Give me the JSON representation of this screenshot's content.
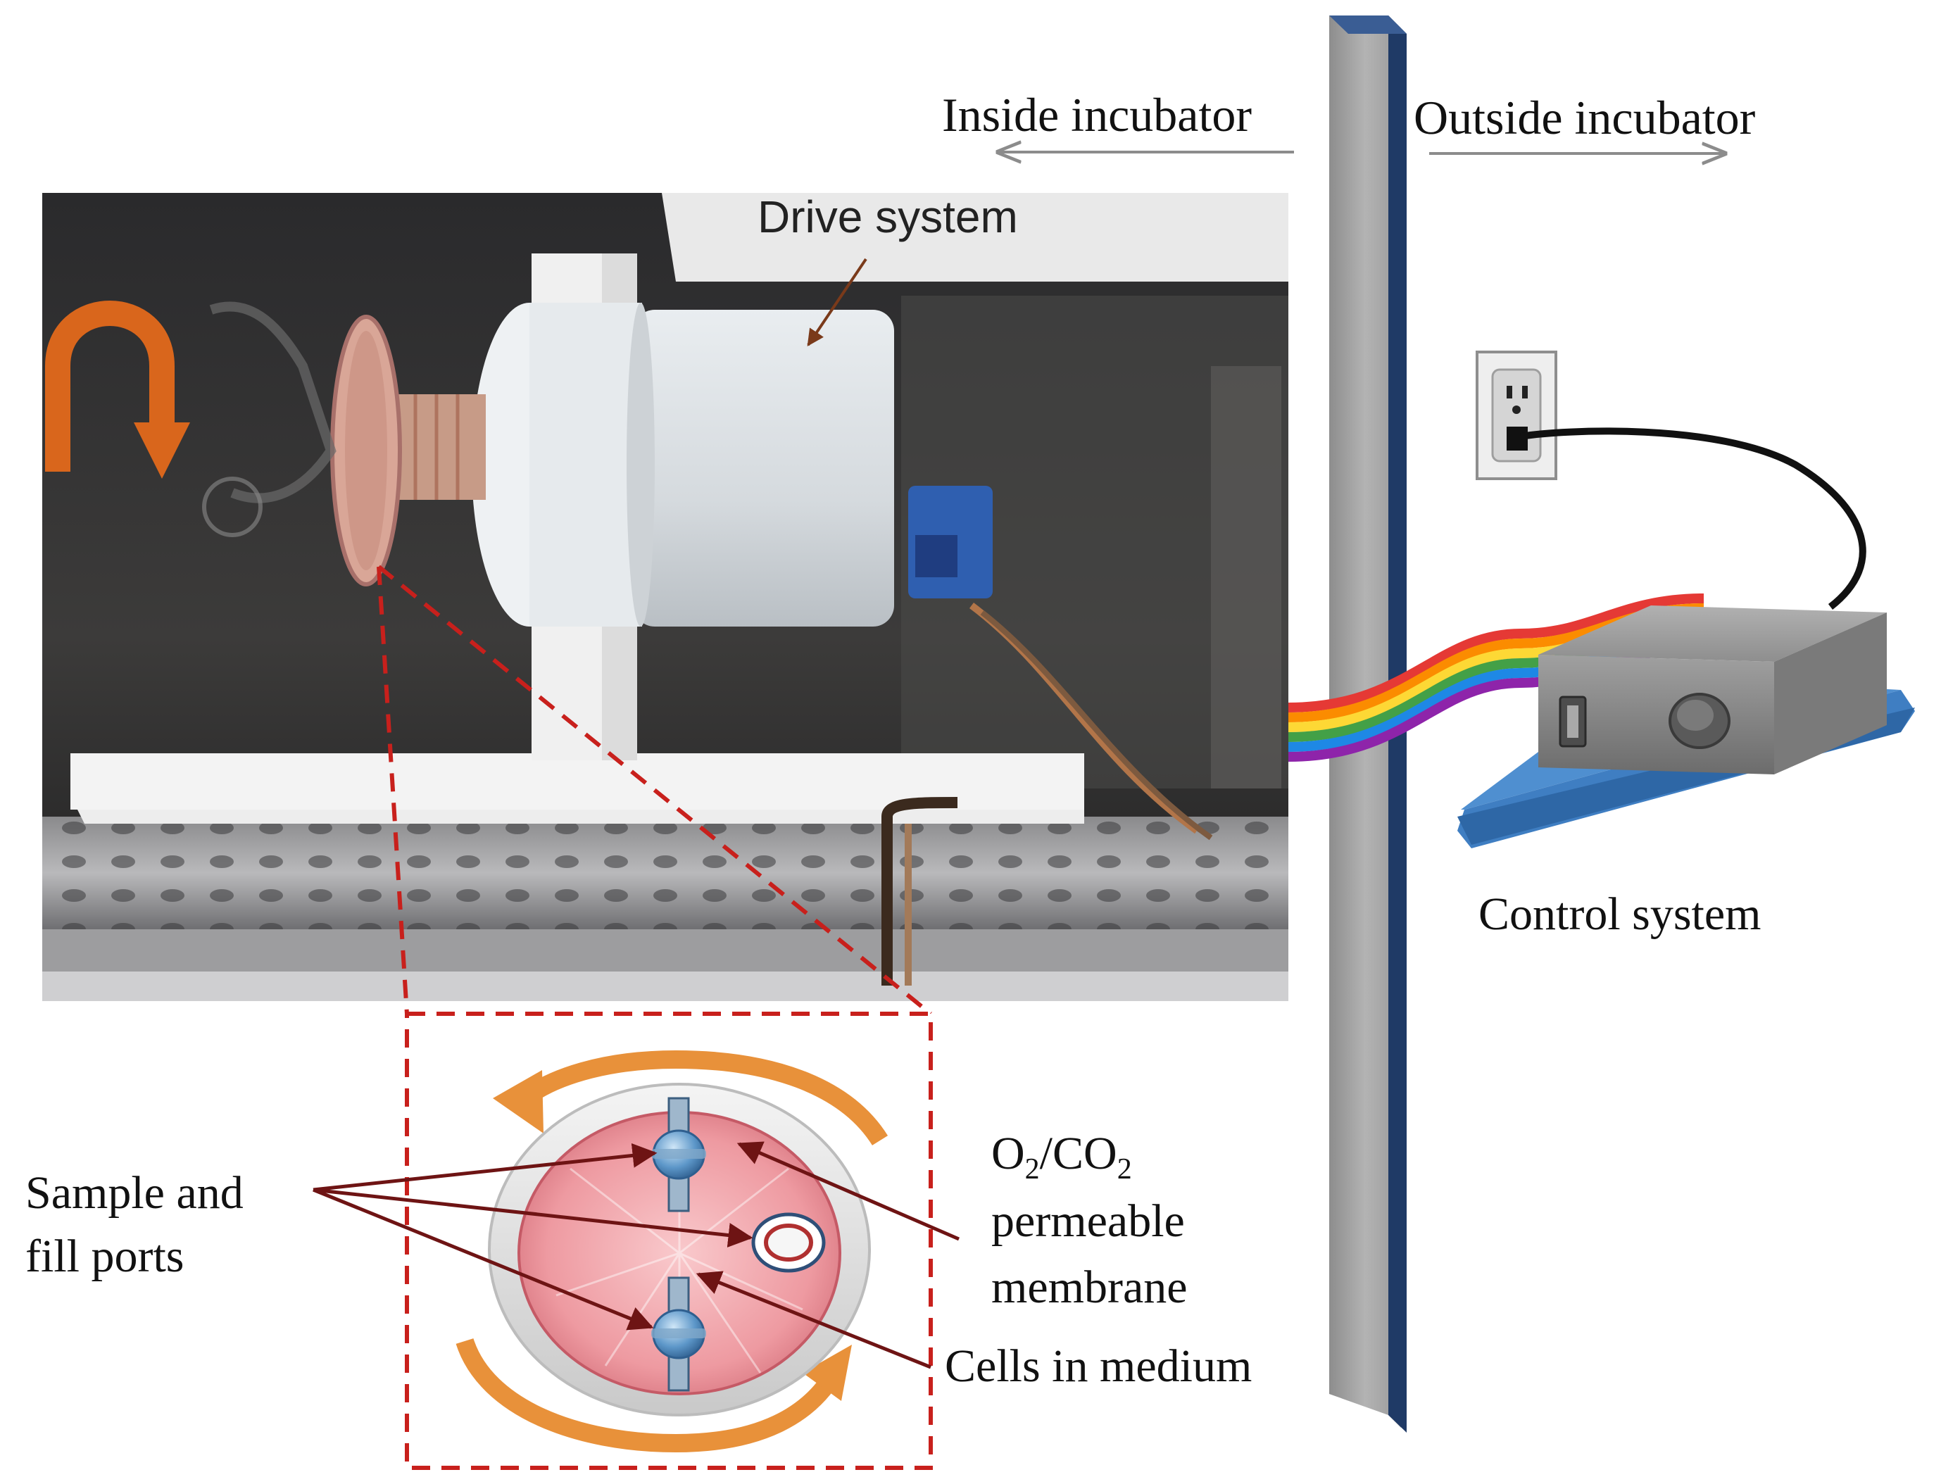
{
  "labels": {
    "inside": "Inside incubator",
    "outside": "Outside incubator",
    "drive": "Drive system",
    "control": "Control system",
    "ports_line1": "Sample and",
    "ports_line2": "fill ports",
    "membrane_o": "O",
    "membrane_sub1": "2",
    "membrane_co": "/CO",
    "membrane_sub2": "2",
    "membrane_line2": "permeable",
    "membrane_line3": "membrane",
    "cells": "Cells in medium"
  },
  "colors": {
    "rotation_arrow": "#d9661c",
    "inset_arrows": "#e8913a",
    "zoom_dash": "#c8201c",
    "pointer": "#6e1414",
    "wall_face": "#a3a3a3",
    "wall_edge": "#1f3a66",
    "base_plate": "#4f8fd0",
    "control_box": "#8c8c8c",
    "membrane": "#f0a7ad"
  },
  "icons": {
    "rotation": "curved-arrow-icon",
    "outlet": "wall-outlet-icon",
    "cable": "rainbow-ribbon-cable",
    "usb": "usb-port-icon",
    "power": "power-button-icon"
  }
}
